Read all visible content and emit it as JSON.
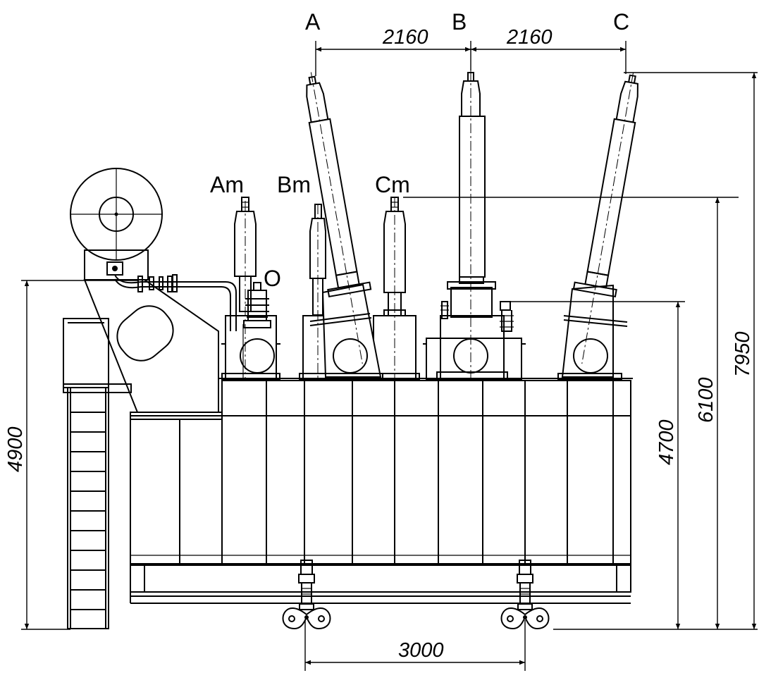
{
  "terminals": {
    "a": "A",
    "b": "B",
    "c": "C",
    "am": "Am",
    "bm": "Bm",
    "cm": "Cm",
    "o": "O"
  },
  "dimensions": {
    "spacing_ab": "2160",
    "spacing_bc": "2160",
    "wheel_track": "3000",
    "height_left": "4900",
    "height_hv_top": "7950",
    "height_mv_top": "6100",
    "height_neutral": "4700"
  }
}
